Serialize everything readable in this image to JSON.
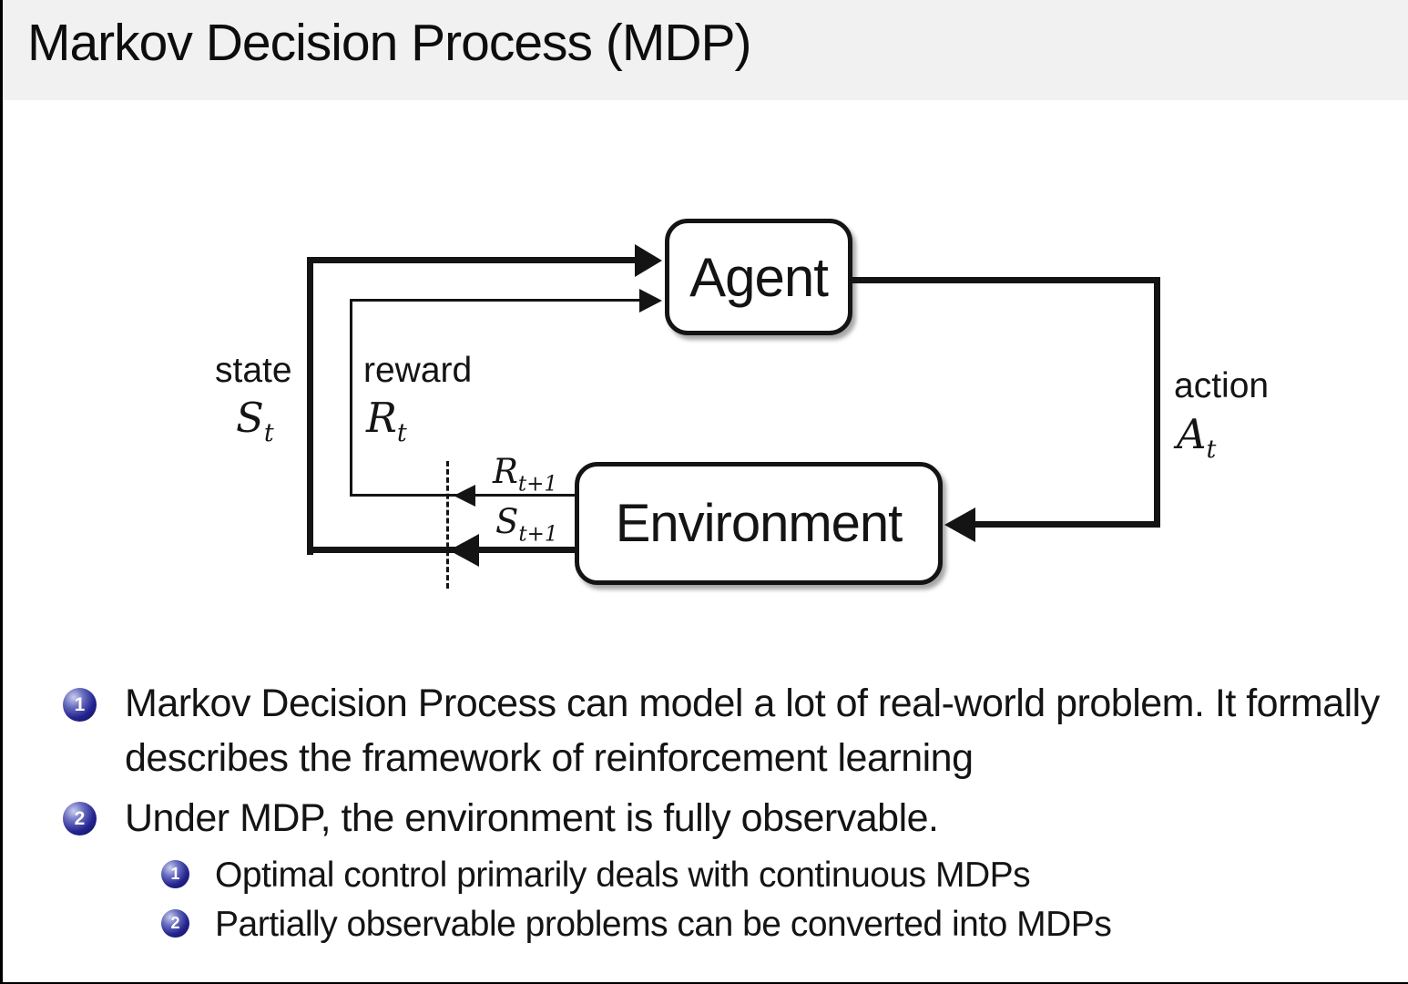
{
  "title": "Markov Decision Process (MDP)",
  "diagram": {
    "agent_label": "Agent",
    "environment_label": "Environment",
    "state": {
      "label": "state",
      "symbol": "S",
      "subscript": "t"
    },
    "reward": {
      "label": "reward",
      "symbol": "R",
      "subscript": "t"
    },
    "action": {
      "label": "action",
      "symbol": "A",
      "subscript": "t"
    },
    "next_reward": {
      "symbol": "R",
      "subscript": "t+1"
    },
    "next_state": {
      "symbol": "S",
      "subscript": "t+1"
    }
  },
  "bullets": [
    {
      "number": "1",
      "text": "Markov Decision Process can model a lot of real-world problem. It formally describes the framework of reinforcement learning",
      "sub": []
    },
    {
      "number": "2",
      "text": "Under MDP, the environment is fully observable.",
      "sub": [
        {
          "number": "1",
          "text": "Optimal control primarily deals with continuous MDPs"
        },
        {
          "number": "2",
          "text": "Partially observable problems can be converted into MDPs"
        }
      ]
    }
  ],
  "colors": {
    "title_bg": "#f1f1f1",
    "ball": "#23238f",
    "line": "#141414",
    "background": "#ffffff"
  }
}
